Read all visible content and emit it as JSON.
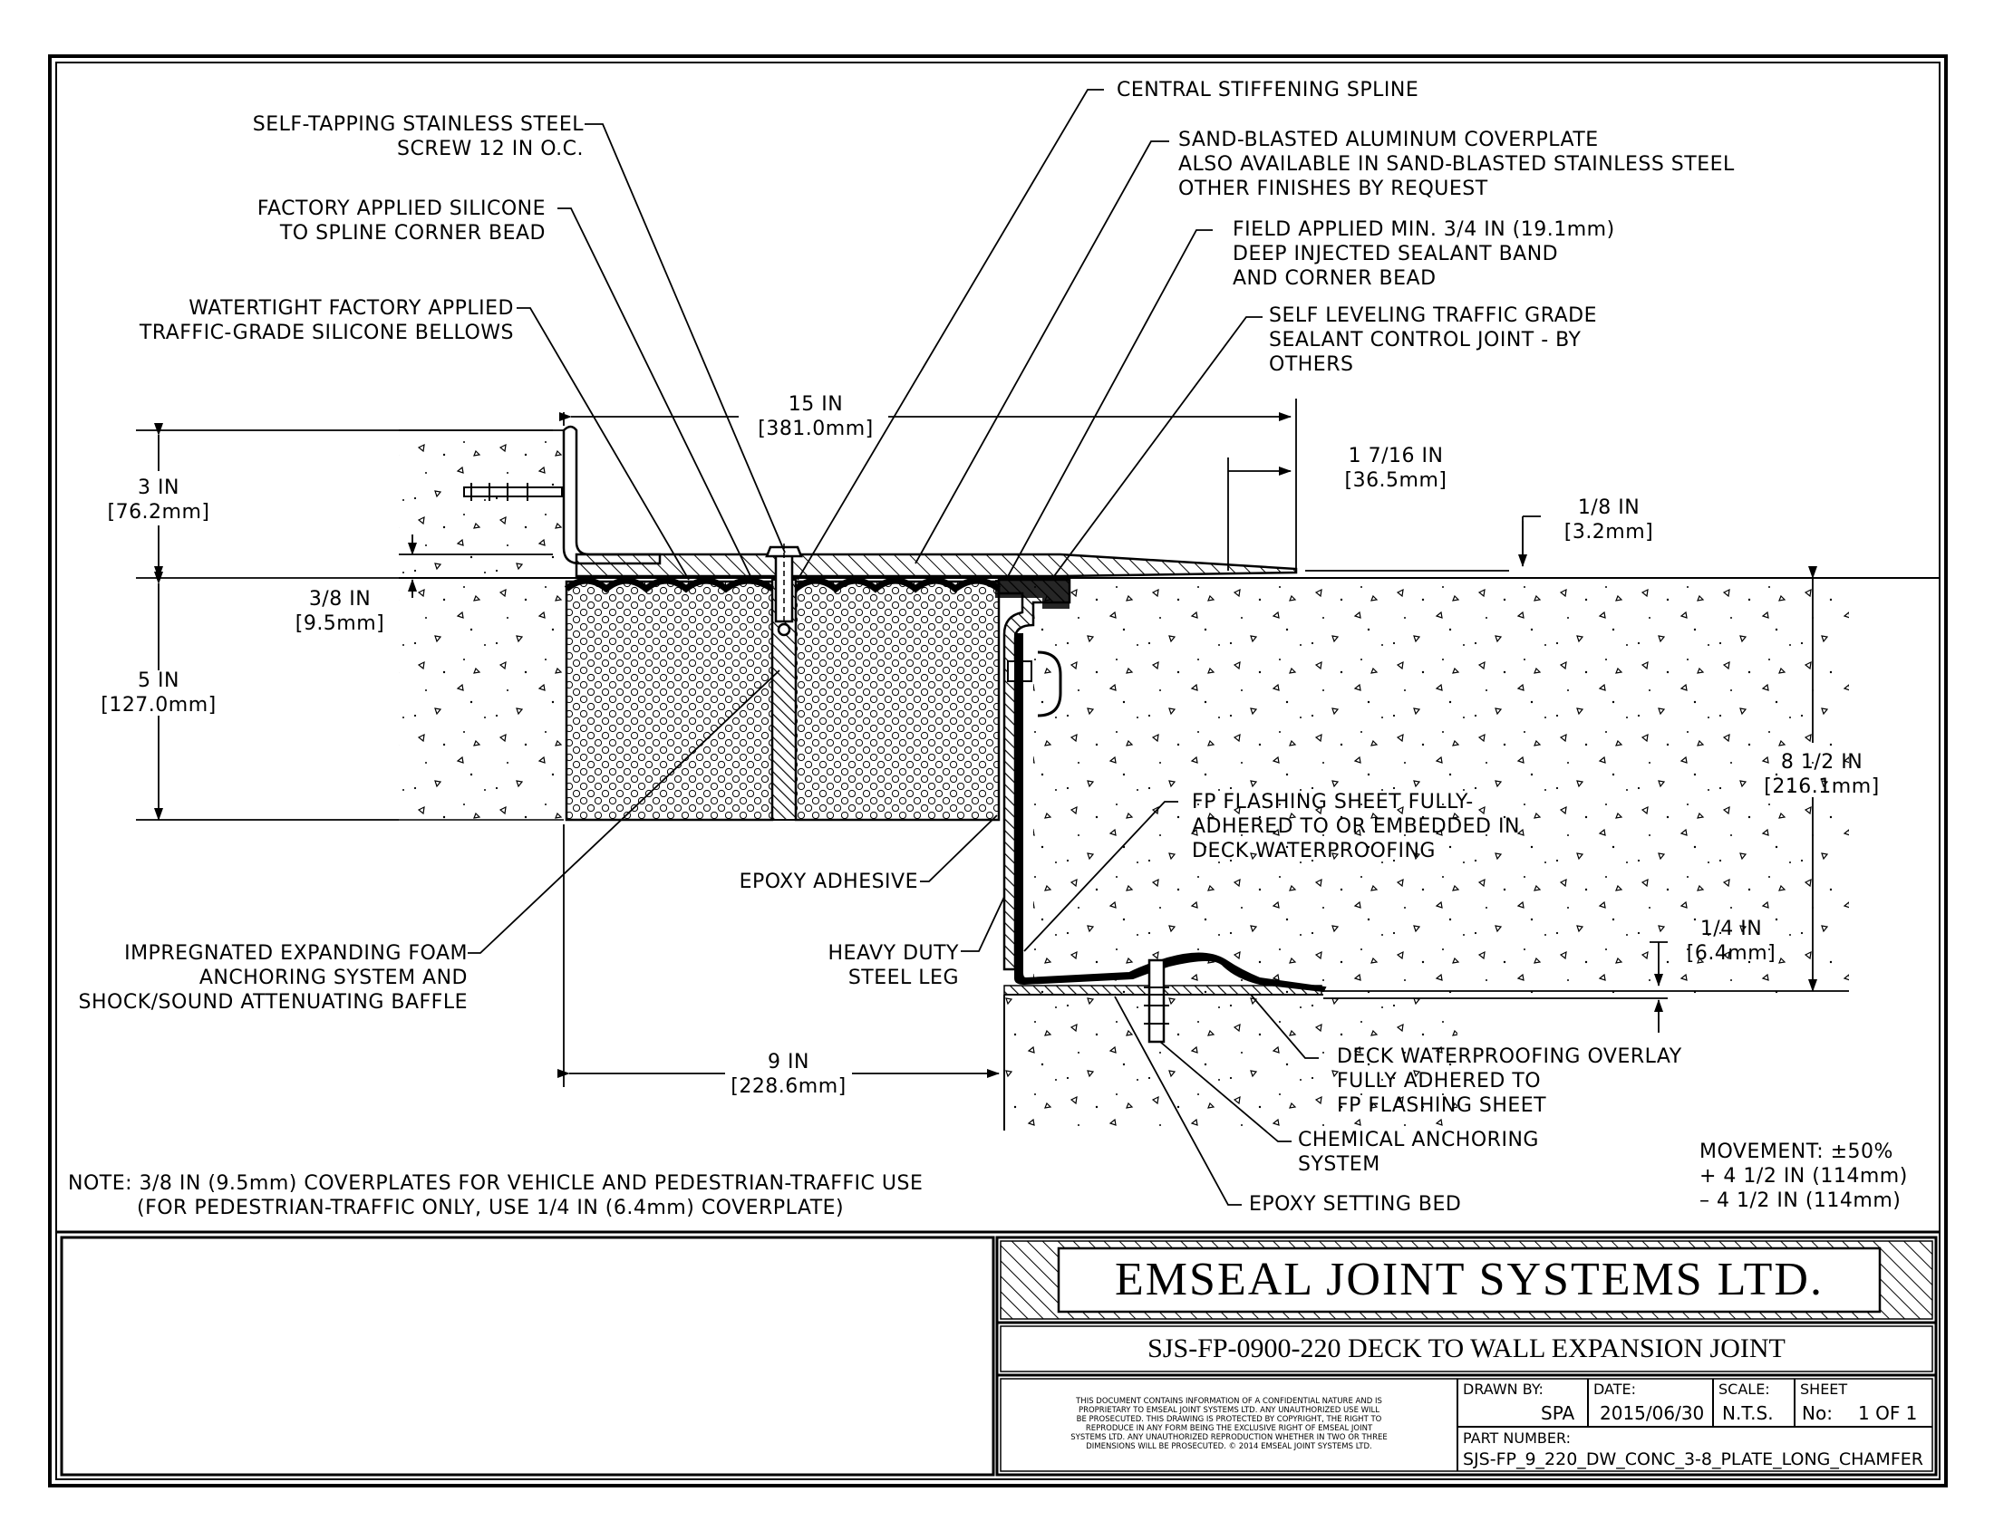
{
  "callouts": {
    "screw": [
      "SELF-TAPPING STAINLESS STEEL",
      "SCREW 12 IN O.C."
    ],
    "silicone_bead": [
      "FACTORY APPLIED SILICONE",
      "TO SPLINE CORNER BEAD"
    ],
    "bellows": [
      "WATERTIGHT FACTORY APPLIED",
      "TRAFFIC-GRADE SILICONE BELLOWS"
    ],
    "spline": "CENTRAL STIFFENING SPLINE",
    "coverplate": [
      "SAND-BLASTED ALUMINUM COVERPLATE",
      "ALSO AVAILABLE IN SAND-BLASTED STAINLESS STEEL",
      "OTHER FINISHES BY REQUEST"
    ],
    "sealant_band": [
      "FIELD APPLIED MIN. 3/4 IN (19.1mm)",
      "DEEP INJECTED SEALANT BAND",
      "AND CORNER BEAD"
    ],
    "control_joint": [
      "SELF LEVELING TRAFFIC GRADE",
      "SEALANT CONTROL JOINT - BY",
      "OTHERS"
    ],
    "epoxy_adhesive": "EPOXY ADHESIVE",
    "foam": [
      "IMPREGNATED EXPANDING FOAM",
      "ANCHORING SYSTEM AND",
      "SHOCK/SOUND ATTENUATING BAFFLE"
    ],
    "steel_leg": [
      "HEAVY DUTY",
      "STEEL LEG"
    ],
    "flashing": [
      "FP FLASHING SHEET FULLY-",
      "ADHERED TO OR EMBEDDED IN",
      "DECK WATERPROOFING"
    ],
    "overlay": [
      "DECK WATERPROOFING OVERLAY",
      "FULLY ADHERED TO",
      "FP FLASHING SHEET"
    ],
    "chemical": [
      "CHEMICAL ANCHORING",
      "SYSTEM"
    ],
    "setting_bed": "EPOXY SETTING BED"
  },
  "dimensions": {
    "d15": [
      "15 IN",
      "[381.0mm]"
    ],
    "d1716": [
      "1 7/16 IN",
      "[36.5mm]"
    ],
    "d18": [
      "1/8 IN",
      "[3.2mm]"
    ],
    "d3": [
      "3 IN",
      "[76.2mm]"
    ],
    "d38": [
      "3/8 IN",
      "[9.5mm]"
    ],
    "d5": [
      "5 IN",
      "[127.0mm]"
    ],
    "d812": [
      "8 1/2 IN",
      "[216.1mm]"
    ],
    "d14": [
      "1/4 IN",
      "[6.4mm]"
    ],
    "d9": [
      "9 IN",
      "[228.6mm]"
    ]
  },
  "notes": {
    "coverplate_note": [
      "NOTE: 3/8 IN (9.5mm) COVERPLATES FOR VEHICLE AND PEDESTRIAN-TRAFFIC USE",
      "(FOR PEDESTRIAN-TRAFFIC ONLY, USE 1/4 IN (6.4mm) COVERPLATE)"
    ],
    "movement": [
      "MOVEMENT: ±50%",
      "+ 4 1/2 IN (114mm)",
      "– 4 1/2 IN (114mm)"
    ]
  },
  "title_block": {
    "company": "EMSEAL JOINT SYSTEMS LTD.",
    "drawing_title": "SJS-FP-0900-220 DECK TO WALL EXPANSION JOINT",
    "confidentiality": [
      "THIS DOCUMENT CONTAINS INFORMATION OF A CONFIDENTIAL NATURE AND IS",
      "PROPRIETARY TO EMSEAL JOINT SYSTEMS LTD. ANY UNAUTHORIZED USE WILL",
      "BE PROSECUTED. THIS DRAWING IS PROTECTED BY COPYRIGHT, THE RIGHT TO",
      "REPRODUCE IN ANY FORM BEING THE EXCLUSIVE RIGHT OF EMSEAL JOINT",
      "SYSTEMS LTD. ANY UNAUTHORIZED REPRODUCTION WHETHER IN TWO OR THREE",
      "DIMENSIONS WILL BE PROSECUTED. © 2014 EMSEAL JOINT SYSTEMS LTD."
    ],
    "drawn_by_label": "DRAWN BY:",
    "drawn_by": "SPA",
    "date_label": "DATE:",
    "date": "2015/06/30",
    "scale_label": "SCALE:",
    "scale": "N.T.S.",
    "sheet_label": "SHEET",
    "sheet_no_label": "No:",
    "sheet_no": "1 OF 1",
    "part_number_label": "PART NUMBER:",
    "part_number": "SJS-FP_9_220_DW_CONC_3-8_PLATE_LONG_CHAMFER"
  }
}
